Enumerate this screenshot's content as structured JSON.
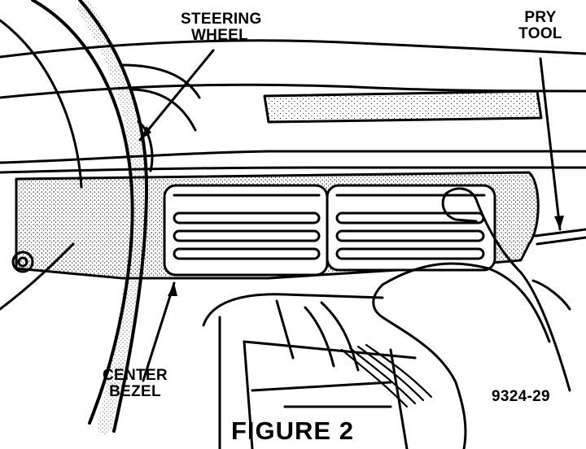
{
  "labels": {
    "steering_wheel": [
      "STEERING",
      "WHEEL"
    ],
    "pry_tool": [
      "PRY",
      "TOOL"
    ],
    "center_bezel": [
      "CENTER",
      "BEZEL"
    ]
  },
  "figure_number": "9324-29",
  "caption": "FIGURE 2",
  "colors": {
    "ink": "#000000",
    "paper": "#ffffff",
    "stipple": "#7a7a7a"
  }
}
